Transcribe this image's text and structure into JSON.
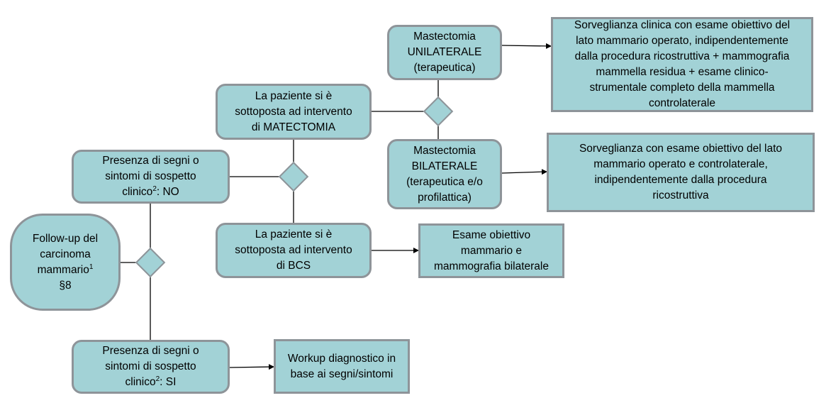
{
  "colors": {
    "node_fill": "#a2d2d6",
    "node_border": "#8e9499",
    "line": "#000000"
  },
  "nodes": {
    "followup": {
      "text": "Follow-up del\ncarcinoma\nmammario",
      "sup": "1",
      "after": "\n§8"
    },
    "no_signs": {
      "text": "Presenza di segni o\nsintomi di sospetto\nclinico",
      "sup": "2",
      "after": ": NO"
    },
    "si_signs": {
      "text": "Presenza di segni o\nsintomi di sospetto\nclinico",
      "sup": "2",
      "after": ": SI"
    },
    "mastectomy": {
      "text": "La paziente si è\nsottoposta ad intervento\ndi MATECTOMIA"
    },
    "bcs": {
      "text": "La paziente si è\nsottoposta ad intervento\ndi BCS"
    },
    "unilateral": {
      "text": "Mastectomia\nUNILATERALE\n(terapeutica)"
    },
    "bilateral": {
      "text": "Mastectomia\nBILATERALE\n(terapeutica e/o\nprofilattica)"
    },
    "unilateral_followup": {
      "text": "Sorveglianza clinica con esame obiettivo del\nlato mammario operato, indipendentemente\ndalla procedura ricostruttiva + mammografia\nmammella residua + esame clinico-\nstrumentale completo della mammella\ncontrolaterale"
    },
    "bilateral_followup": {
      "text": "Sorveglianza con esame obiettivo del lato\nmammario operato e controlaterale,\nindipendentemente dalla procedura\nricostruttiva"
    },
    "bcs_followup": {
      "text": "Esame obiettivo\nmammario e\nmammografia bilaterale"
    },
    "workup": {
      "text": "Workup diagnostico in\nbase ai segni/sintomi"
    }
  }
}
